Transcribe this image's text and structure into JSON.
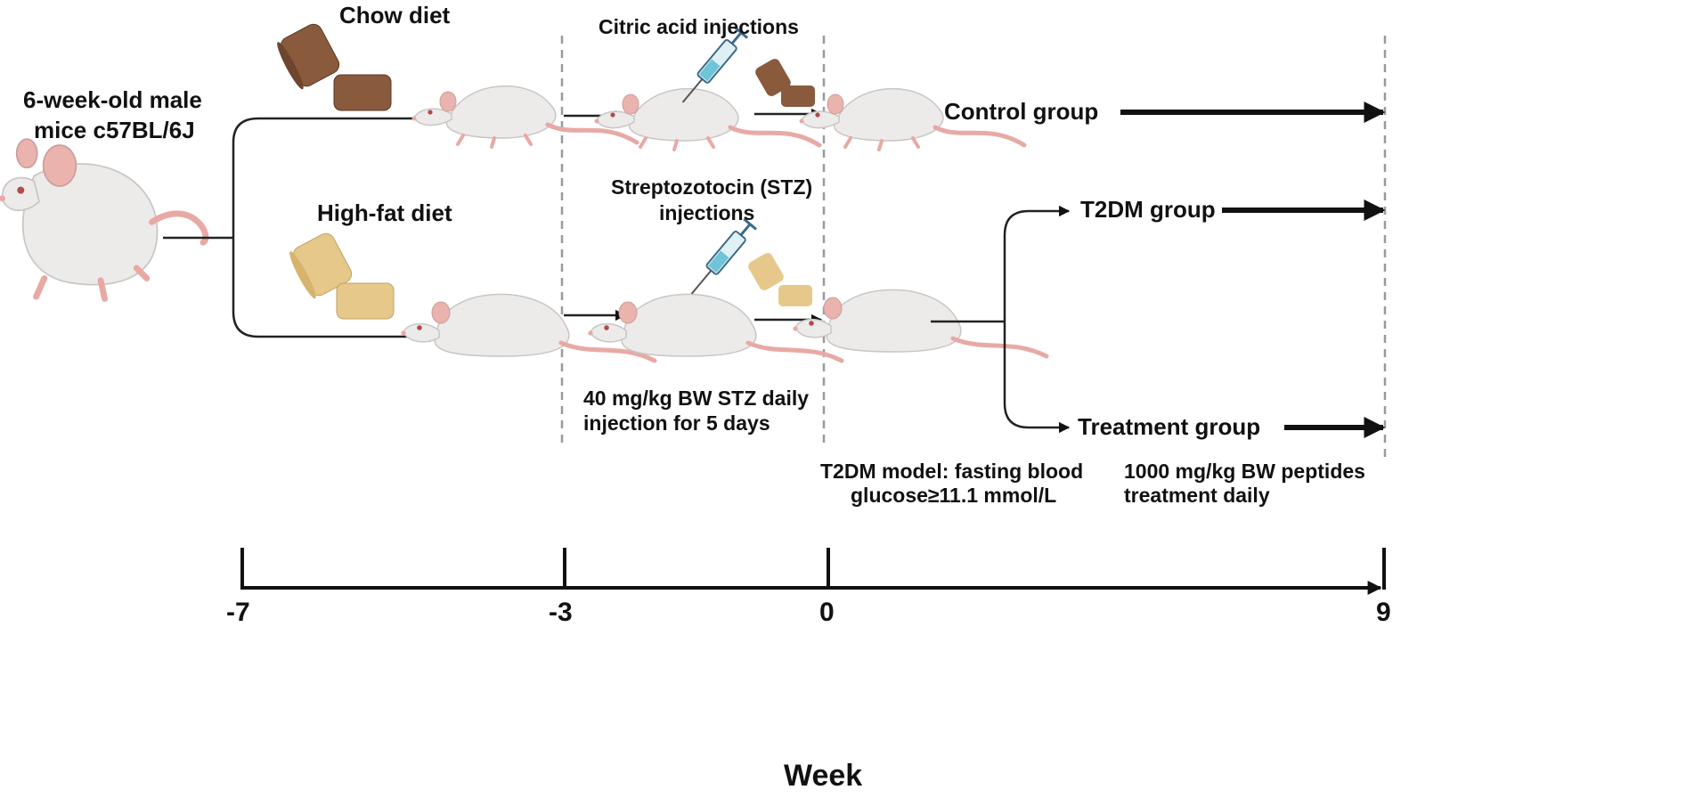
{
  "start": {
    "line1": "6-week-old male",
    "line2": "mice c57BL/6J"
  },
  "diets": {
    "chow": "Chow diet",
    "high_fat": "High-fat diet"
  },
  "injections": {
    "citric": "Citric acid injections",
    "stz_line1": "Streptozotocin (STZ)",
    "stz_line2": "injections",
    "dose_line1": "40 mg/kg BW STZ daily",
    "dose_line2": "injection for 5 days"
  },
  "groups": {
    "control": "Control group",
    "t2dm": "T2DM group",
    "treatment": "Treatment group"
  },
  "model": {
    "line1": "T2DM model: fasting  blood",
    "line2": "glucose≥11.1  mmol/L"
  },
  "treatment_note": {
    "line1": "1000 mg/kg BW peptides",
    "line2": "treatment daily"
  },
  "timeline": {
    "ticks": [
      "-7",
      "-3",
      "0",
      "9"
    ],
    "axis_label": "Week"
  },
  "colors": {
    "chow_pellet": "#8a5a3c",
    "highfat_pellet": "#e6c98a",
    "mouse_body": "#ecebea",
    "mouse_tail": "#e8a9a5",
    "dashed_line": "#9a9a9a"
  },
  "icons": [
    "mouse-icon",
    "pellet-icon",
    "syringe-icon"
  ]
}
